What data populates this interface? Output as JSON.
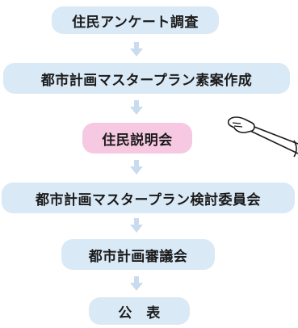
{
  "steps": [
    {
      "label": "住民アンケート調査",
      "highlight": false
    },
    {
      "label": "都市計画マスタープラン素案作成",
      "highlight": false
    },
    {
      "label": "住民説明会",
      "highlight": true
    },
    {
      "label": "都市計画マスタープラン検討委員会",
      "highlight": false
    },
    {
      "label": "都市計画審議会",
      "highlight": false
    },
    {
      "label": "公　表",
      "highlight": false
    }
  ],
  "colors": {
    "box": "#d9e9f6",
    "highlight_box": "#f6c8e1",
    "arrow": "#b9d3ea"
  },
  "icons": {
    "pointer": "pointing-hand-icon",
    "arrow": "down-arrow-icon"
  }
}
